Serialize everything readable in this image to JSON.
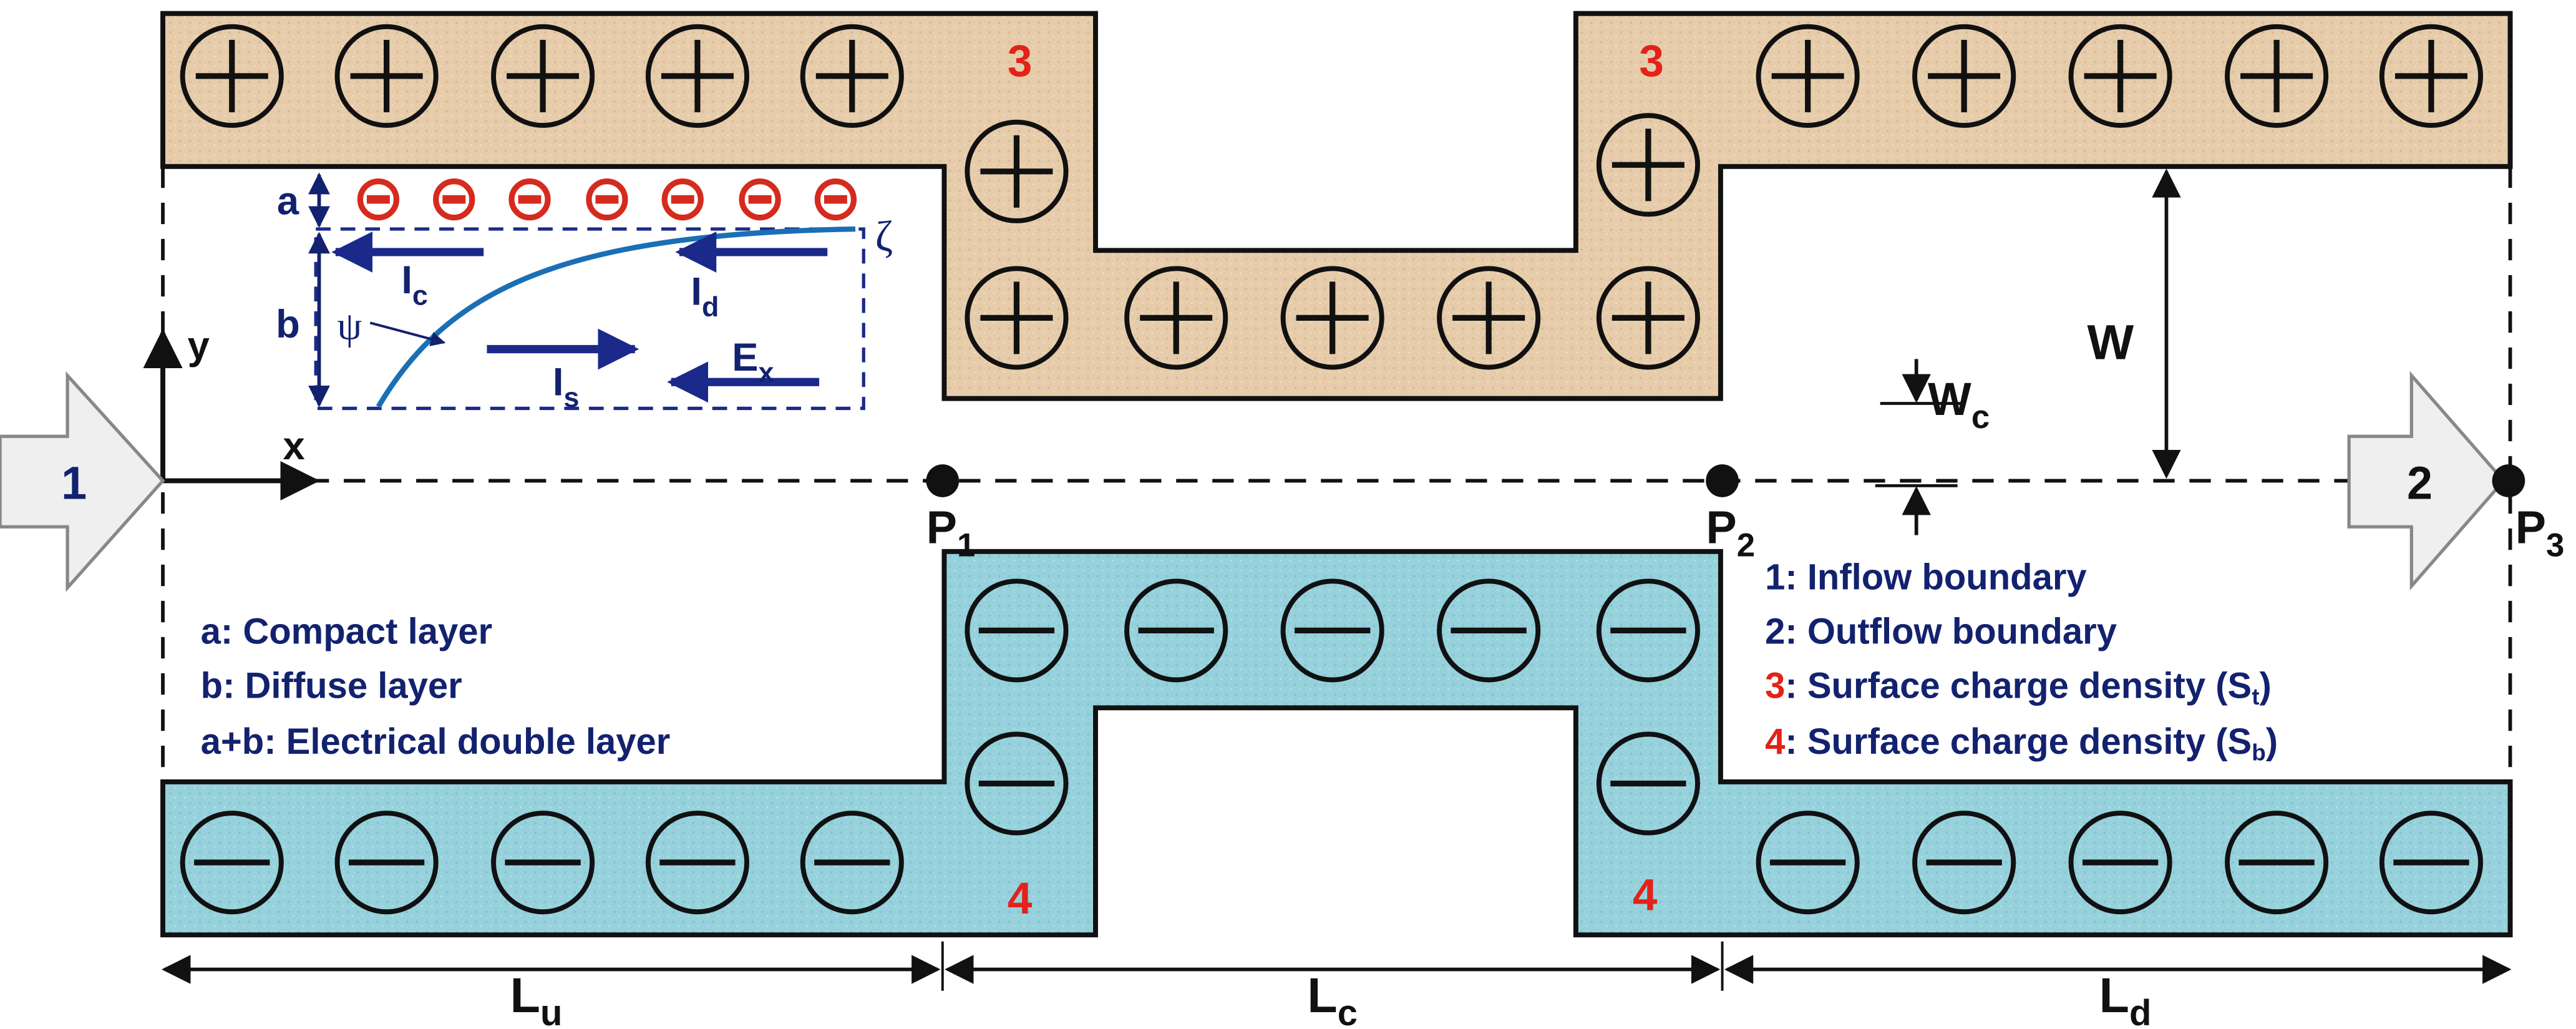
{
  "colors": {
    "top_wall": "#e6ccaa",
    "bottom_wall": "#96d1dc",
    "navy": "#13226e",
    "arrow_blue": "#1b2a8a",
    "curve": "#1a6fb5",
    "red": "#e32219",
    "outline": "#111111",
    "inlet_arrow": "#efefef"
  },
  "boundary_markers": {
    "inflow": "1",
    "outflow": "2"
  },
  "wall_markers": {
    "top": "3",
    "bottom": "4"
  },
  "points": {
    "p1": "P1",
    "p2": "P2",
    "p3": "P3"
  },
  "axes": {
    "x": "x",
    "y": "y"
  },
  "dimensions": {
    "lu": "Lu",
    "lc": "Lc",
    "ld": "Ld",
    "w": "W",
    "wc": "Wc"
  },
  "inset": {
    "a": "a",
    "b": "b",
    "zeta": "ζ",
    "psi": "ψ",
    "ic": "Ic",
    "id": "Id",
    "is": "Is",
    "ex": "Ex"
  },
  "legend_left": [
    {
      "key": "a",
      "text": ": Compact layer"
    },
    {
      "key": "b",
      "text": ": Diffuse layer"
    },
    {
      "key": "a+b",
      "text": ": Electrical double layer"
    }
  ],
  "legend_right": [
    {
      "key": "1",
      "text": ": Inflow boundary",
      "key_color": "navy",
      "sub": ""
    },
    {
      "key": "2",
      "text": ": Outflow boundary",
      "key_color": "navy",
      "sub": ""
    },
    {
      "key": "3",
      "text": ": Surface charge density (S",
      "key_color": "red",
      "sub": "t"
    },
    {
      "key": "4",
      "text": ": Surface charge density (S",
      "key_color": "red",
      "sub": "b"
    }
  ],
  "icons": [
    "positive-charge-icon",
    "negative-charge-icon",
    "negative-ion-icon",
    "flow-arrow-icon"
  ]
}
